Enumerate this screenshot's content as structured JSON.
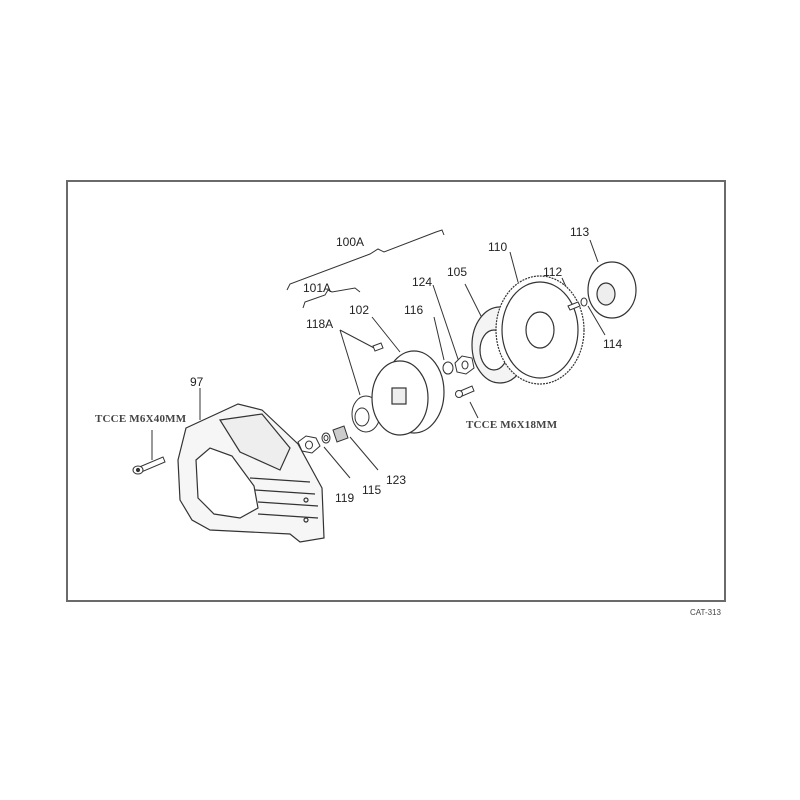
{
  "diagram": {
    "type": "exploded-parts-view",
    "catalog_code": "CAT-313",
    "colors": {
      "frame": "#6a6a6a",
      "lines": "#333333",
      "text": "#222222"
    },
    "group_labels": [
      {
        "id": "100A",
        "label": "100A"
      },
      {
        "id": "101A",
        "label": "101A"
      }
    ],
    "part_labels": [
      {
        "id": "97",
        "label": "97"
      },
      {
        "id": "102",
        "label": "102"
      },
      {
        "id": "105",
        "label": "105"
      },
      {
        "id": "110",
        "label": "110"
      },
      {
        "id": "112",
        "label": "112"
      },
      {
        "id": "113",
        "label": "113"
      },
      {
        "id": "114",
        "label": "114"
      },
      {
        "id": "115",
        "label": "115"
      },
      {
        "id": "116",
        "label": "116"
      },
      {
        "id": "118A",
        "label": "118A"
      },
      {
        "id": "119",
        "label": "119"
      },
      {
        "id": "123",
        "label": "123"
      },
      {
        "id": "124",
        "label": "124"
      }
    ],
    "screw_labels": [
      {
        "id": "m6x40",
        "label": "TCCE M6X40MM"
      },
      {
        "id": "m6x18",
        "label": "TCCE M6X18MM"
      }
    ]
  }
}
